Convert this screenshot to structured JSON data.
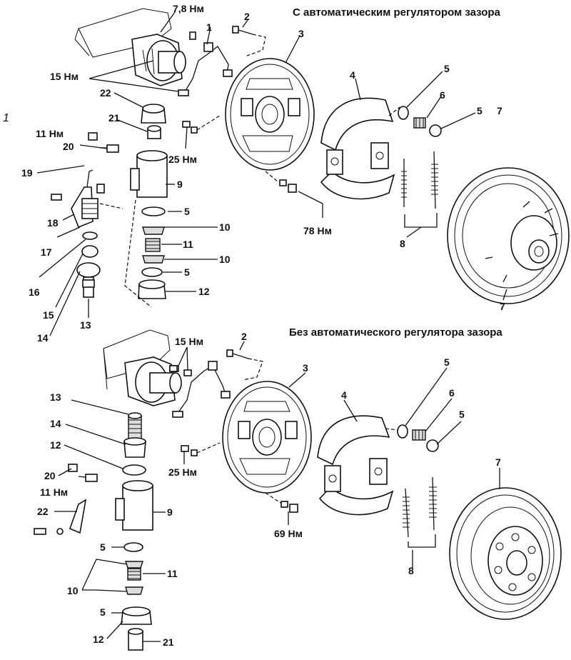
{
  "figure_number": "1",
  "top": {
    "title": "С автоматическим регулятором зазора",
    "labels": {
      "t78": "7,8 Нм",
      "n2": "2",
      "n1": "1",
      "t15": "15 Нм",
      "n3": "3",
      "n4": "4",
      "n5a": "5",
      "n6": "6",
      "n5b": "5",
      "n7": "7",
      "n22": "22",
      "n21": "21",
      "t11": "11 Нм",
      "n20": "20",
      "t25": "25 Нм",
      "n19": "19",
      "n9": "9",
      "n18": "18",
      "n5c": "5",
      "n10a": "10",
      "n17": "17",
      "n11": "11",
      "n10b": "10",
      "n16": "16",
      "n5d": "5",
      "n15": "15",
      "n12": "12",
      "n14": "14",
      "n13": "13",
      "t78nm": "78 Нм",
      "n8": "8"
    }
  },
  "bottom": {
    "title": "Без автоматического регулятора зазора",
    "labels": {
      "t15": "15 Нм",
      "n2": "2",
      "n3": "3",
      "n4": "4",
      "n5a": "5",
      "n6": "6",
      "n5b": "5",
      "n7": "7",
      "n13": "13",
      "n14": "14",
      "n12a": "12",
      "n20": "20",
      "t11": "11 Нм",
      "t25": "25 Нм",
      "n22": "22",
      "n9": "9",
      "t69": "69 Нм",
      "n5c": "5",
      "n11": "11",
      "n10": "10",
      "n8": "8",
      "n5d": "5",
      "n12b": "12",
      "n21": "21"
    }
  }
}
